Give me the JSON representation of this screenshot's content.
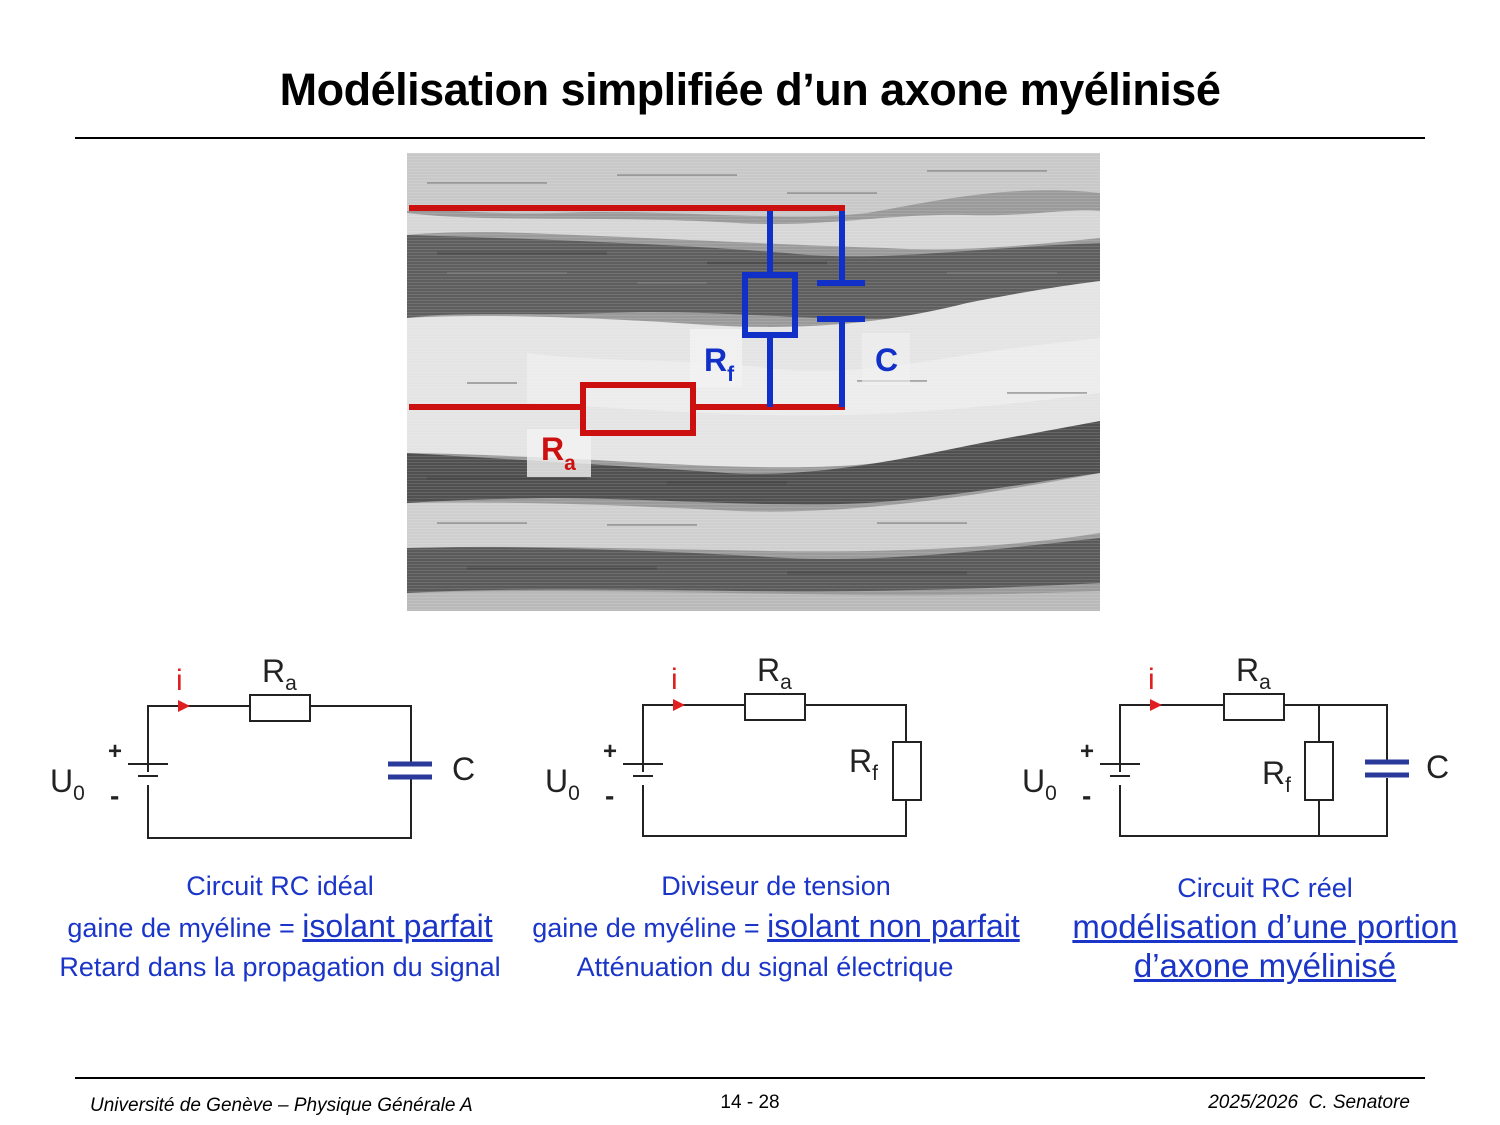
{
  "slide": {
    "title": "Modélisation simplifiée d’un axone myélinisé"
  },
  "photo_labels": {
    "rf_main": "R",
    "rf_sub": "f",
    "c": "C",
    "ra_main": "R",
    "ra_sub": "a"
  },
  "circuits": [
    {
      "current": "i",
      "ra_main": "R",
      "ra_sub": "a",
      "plus": "+",
      "minus": "-",
      "u_main": "U",
      "u_sub": "0",
      "c": "C"
    },
    {
      "current": "i",
      "ra_main": "R",
      "ra_sub": "a",
      "plus": "+",
      "minus": "-",
      "u_main": "U",
      "u_sub": "0",
      "rf_main": "R",
      "rf_sub": "f"
    },
    {
      "current": "i",
      "ra_main": "R",
      "ra_sub": "a",
      "plus": "+",
      "minus": "-",
      "u_main": "U",
      "u_sub": "0",
      "rf_main": "R",
      "rf_sub": "f",
      "c": "C"
    }
  ],
  "captions": {
    "left": {
      "line1": "Circuit RC idéal",
      "line2_prefix": "gaine de myéline = ",
      "line2_link": "isolant parfait",
      "line3": "Retard dans la propagation du signal"
    },
    "middle": {
      "line1": "Diviseur de tension",
      "line2_prefix": "gaine de myéline = ",
      "line2_link": "isolant non parfait",
      "line3": "Atténuation du signal électrique"
    },
    "right": {
      "line1": "Circuit RC réel",
      "line2": "modélisation d’une portion",
      "line3": "d’axone myélinisé"
    }
  },
  "footer": {
    "left": "Université de Genève – Physique Générale A",
    "center": "14 - 28",
    "right": "2025/2026  C. Senatore"
  },
  "colors": {
    "red_wire": "#cc0f0f",
    "blue_wire": "#1030c8",
    "caption_blue": "#1a35c8",
    "capacitor_blue": "#2a3a9a"
  }
}
